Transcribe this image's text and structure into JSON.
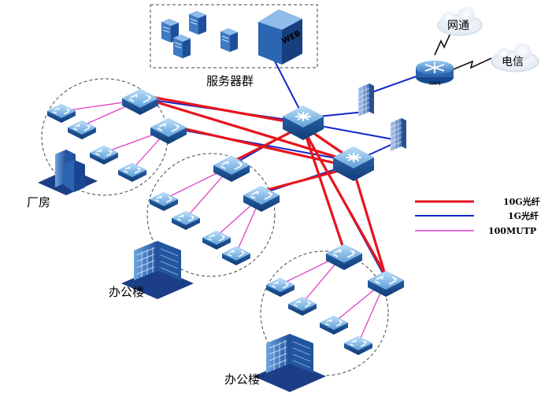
{
  "labels": {
    "server_cluster": "服务器群",
    "factory": "厂房",
    "office_a": "办公楼",
    "office_b": "办公楼",
    "isp_netcom": "网通",
    "isp_telecom": "电信",
    "web_server_badge": "WEB",
    "router_badge": "SAFE"
  },
  "legend": [
    {
      "label": "10G光纤",
      "color": "#e8141c"
    },
    {
      "label": "1G光纤",
      "color": "#1428c8"
    },
    {
      "label": "100MUTP",
      "color": "#e040c8"
    }
  ],
  "colors": {
    "fiber_10g": "#e8141c",
    "fiber_1g": "#1428c8",
    "utp_100m": "#e040c8",
    "device_blue": "#2a6fb8",
    "device_light": "#9cc8ee",
    "firewall": "#7aa0d8",
    "building_blue": "#2f63b0"
  },
  "icons": {
    "core_switch": "core-switch-icon",
    "access_switch": "access-switch-icon",
    "router": "router-icon",
    "firewall": "firewall-icon",
    "server": "server-icon",
    "building": "building-icon",
    "cloud": "cloud-icon",
    "lightning": "lightning-bolt-icon"
  }
}
